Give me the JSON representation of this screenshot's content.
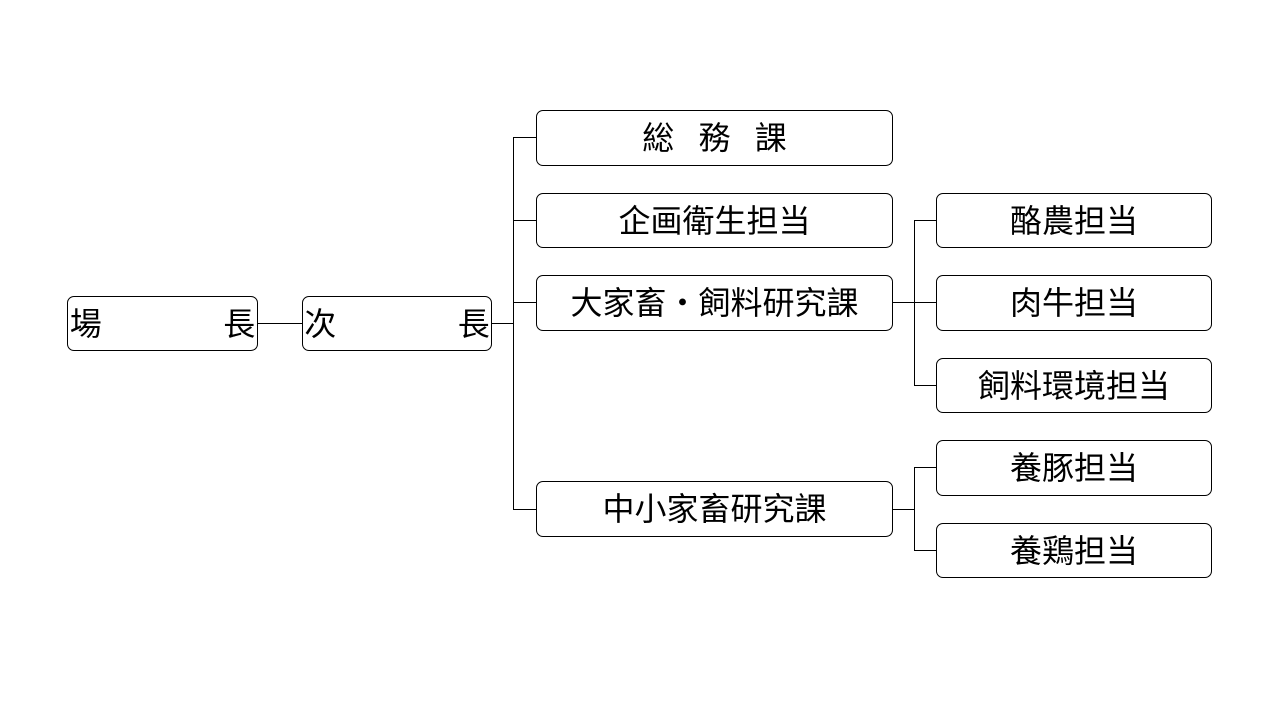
{
  "org_chart": {
    "director": "場　長",
    "deputy": "次　長",
    "sections": {
      "general_affairs": "総 務 課",
      "planning_hygiene": "企画衛生担当",
      "large_livestock": "大家畜・飼料研究課",
      "small_livestock": "中小家畜研究課"
    },
    "units": {
      "dairy": "酪農担当",
      "beef": "肉牛担当",
      "feed_environment": "飼料環境担当",
      "swine": "養豚担当",
      "poultry": "養鶏担当"
    }
  },
  "colors": {
    "line": "#000000",
    "box_border": "#000000",
    "background": "#ffffff"
  }
}
